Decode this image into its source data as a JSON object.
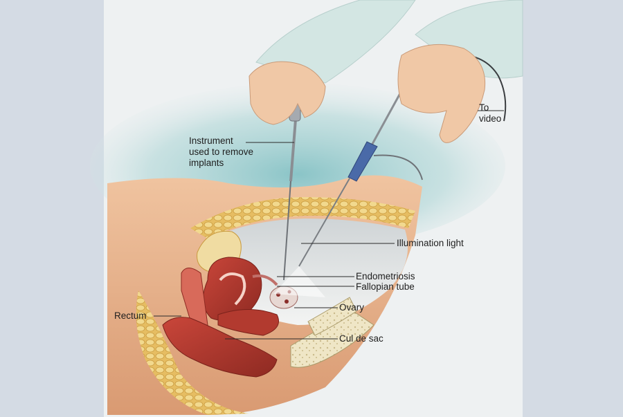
{
  "diagram": {
    "labels": {
      "instrument": [
        "Instrument",
        "used to remove",
        "implants"
      ],
      "to_video": [
        "To",
        "video"
      ],
      "illumination_light": "Illumination light",
      "endometriosis": "Endometriosis",
      "fallopian_tube": "Fallopian tube",
      "ovary": "Ovary",
      "rectum": "Rectum",
      "cul_de_sac": "Cul de sac"
    },
    "colors": {
      "background": "#d4dbe4",
      "panel": "#eef1f2",
      "teal_glow": "#8fc7c9",
      "skin": "#e7b28c",
      "fat": "#e9c36d",
      "muscle": "#b7342b",
      "glove": "#f0c8a6",
      "gown": "#cfe4e1",
      "instrument": "#8a8e93",
      "camera": "#4a6aa8"
    }
  }
}
